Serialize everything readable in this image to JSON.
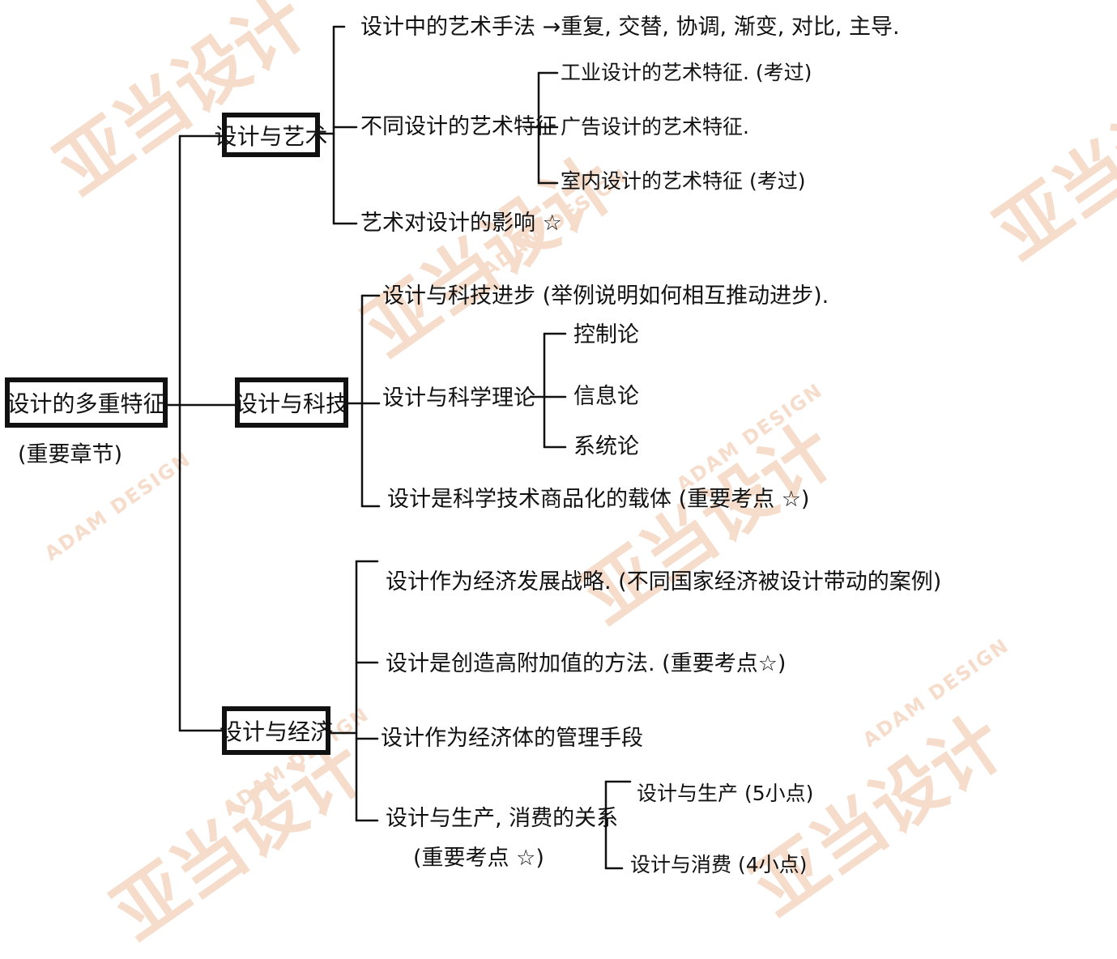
{
  "watermark": {
    "cn": "亚当设计",
    "en": "ADAM DESIGN"
  },
  "root": {
    "label": "设计的多重特征",
    "note": "(重要章节)"
  },
  "branches": {
    "art": {
      "label": "设计与艺术",
      "methods": "设计中的艺术手法 →重复, 交替, 协调, 渐变, 对比, 主导.",
      "diff_features": "不同设计的艺术特征",
      "sub": {
        "industrial": "工业设计的艺术特征. (考过)",
        "advertising": "广告设计的艺术特征.",
        "interior": "室内设计的艺术特征 (考过)"
      },
      "influence": "艺术对设计的影响 ☆"
    },
    "tech": {
      "label": "设计与科技",
      "progress": "设计与科技进步 (举例说明如何相互推动进步).",
      "theory": "设计与科学理论",
      "sub": {
        "control": "控制论",
        "information": "信息论",
        "system": "系统论"
      },
      "carrier": "设计是科学技术商品化的载体 (重要考点 ☆)"
    },
    "econ": {
      "label": "设计与经济",
      "strategy": "设计作为经济发展战略. (不同国家经济被设计带动的案例)",
      "value": "设计是创造高附加值的方法. (重要考点☆)",
      "management": "设计作为经济体的管理手段",
      "relation": "设计与生产, 消费的关系",
      "relation_note": "(重要考点 ☆)",
      "sub": {
        "production": "设计与生产 (5小点)",
        "consumption": "设计与消费 (4小点)"
      }
    }
  }
}
